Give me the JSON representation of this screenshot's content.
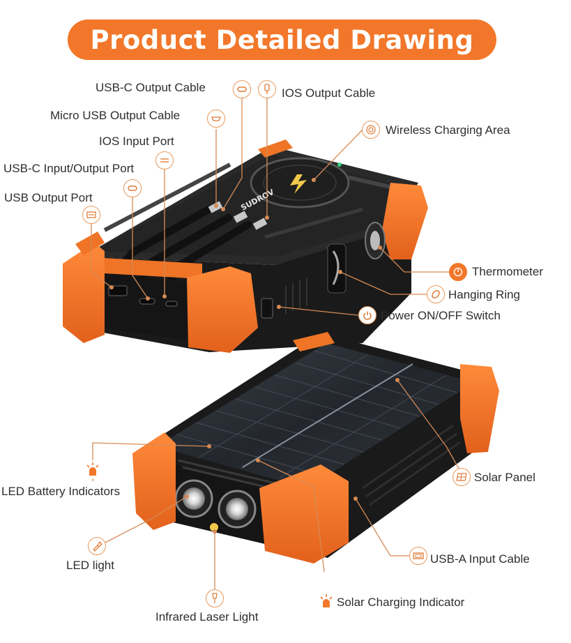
{
  "title": "Product Detailed Drawing",
  "brand": "SUDROV",
  "colors": {
    "accent": "#f2772a",
    "leader": "#d68b55",
    "body": "#1e1e1e"
  },
  "labels": {
    "usbc_output_cable": "USB-C Output Cable",
    "ios_output_cable": "IOS Output Cable",
    "micro_usb_output_cable": "Micro USB Output Cable",
    "wireless_charging_area": "Wireless Charging Area",
    "ios_input_port": "IOS Input Port",
    "usbc_io_port": "USB-C Input/Output Port",
    "usb_output_port": "USB Output Port",
    "thermometer": "Thermometer",
    "hanging_ring": "Hanging Ring",
    "power_switch": "Power ON/OFF Switch",
    "solar_panel": "Solar Panel",
    "led_battery_indicators": "LED Battery Indicators",
    "led_light": "LED light",
    "usba_input_cable": "USB-A Input Cable",
    "solar_charging_indicator": "Solar Charging Indicator",
    "infrared_laser_light": "Infrared Laser Light"
  },
  "icons": {
    "usbc_output_cable": "usb-c-port-icon",
    "ios_output_cable": "lightning-plug-icon",
    "micro_usb_output_cable": "micro-usb-port-icon",
    "wireless_charging_area": "wireless-charging-icon",
    "ios_input_port": "lightning-port-icon",
    "usbc_io_port": "usb-c-port-icon",
    "usb_output_port": "usb-a-port-icon",
    "thermometer": "thermometer-icon",
    "hanging_ring": "carabiner-icon",
    "power_switch": "power-icon",
    "solar_panel": "solar-panel-icon",
    "led_battery_indicators": "indicator-light-icon",
    "led_light": "flashlight-icon",
    "usba_input_cable": "usb-a-cable-icon",
    "solar_charging_indicator": "indicator-light-icon",
    "infrared_laser_light": "laser-icon"
  }
}
